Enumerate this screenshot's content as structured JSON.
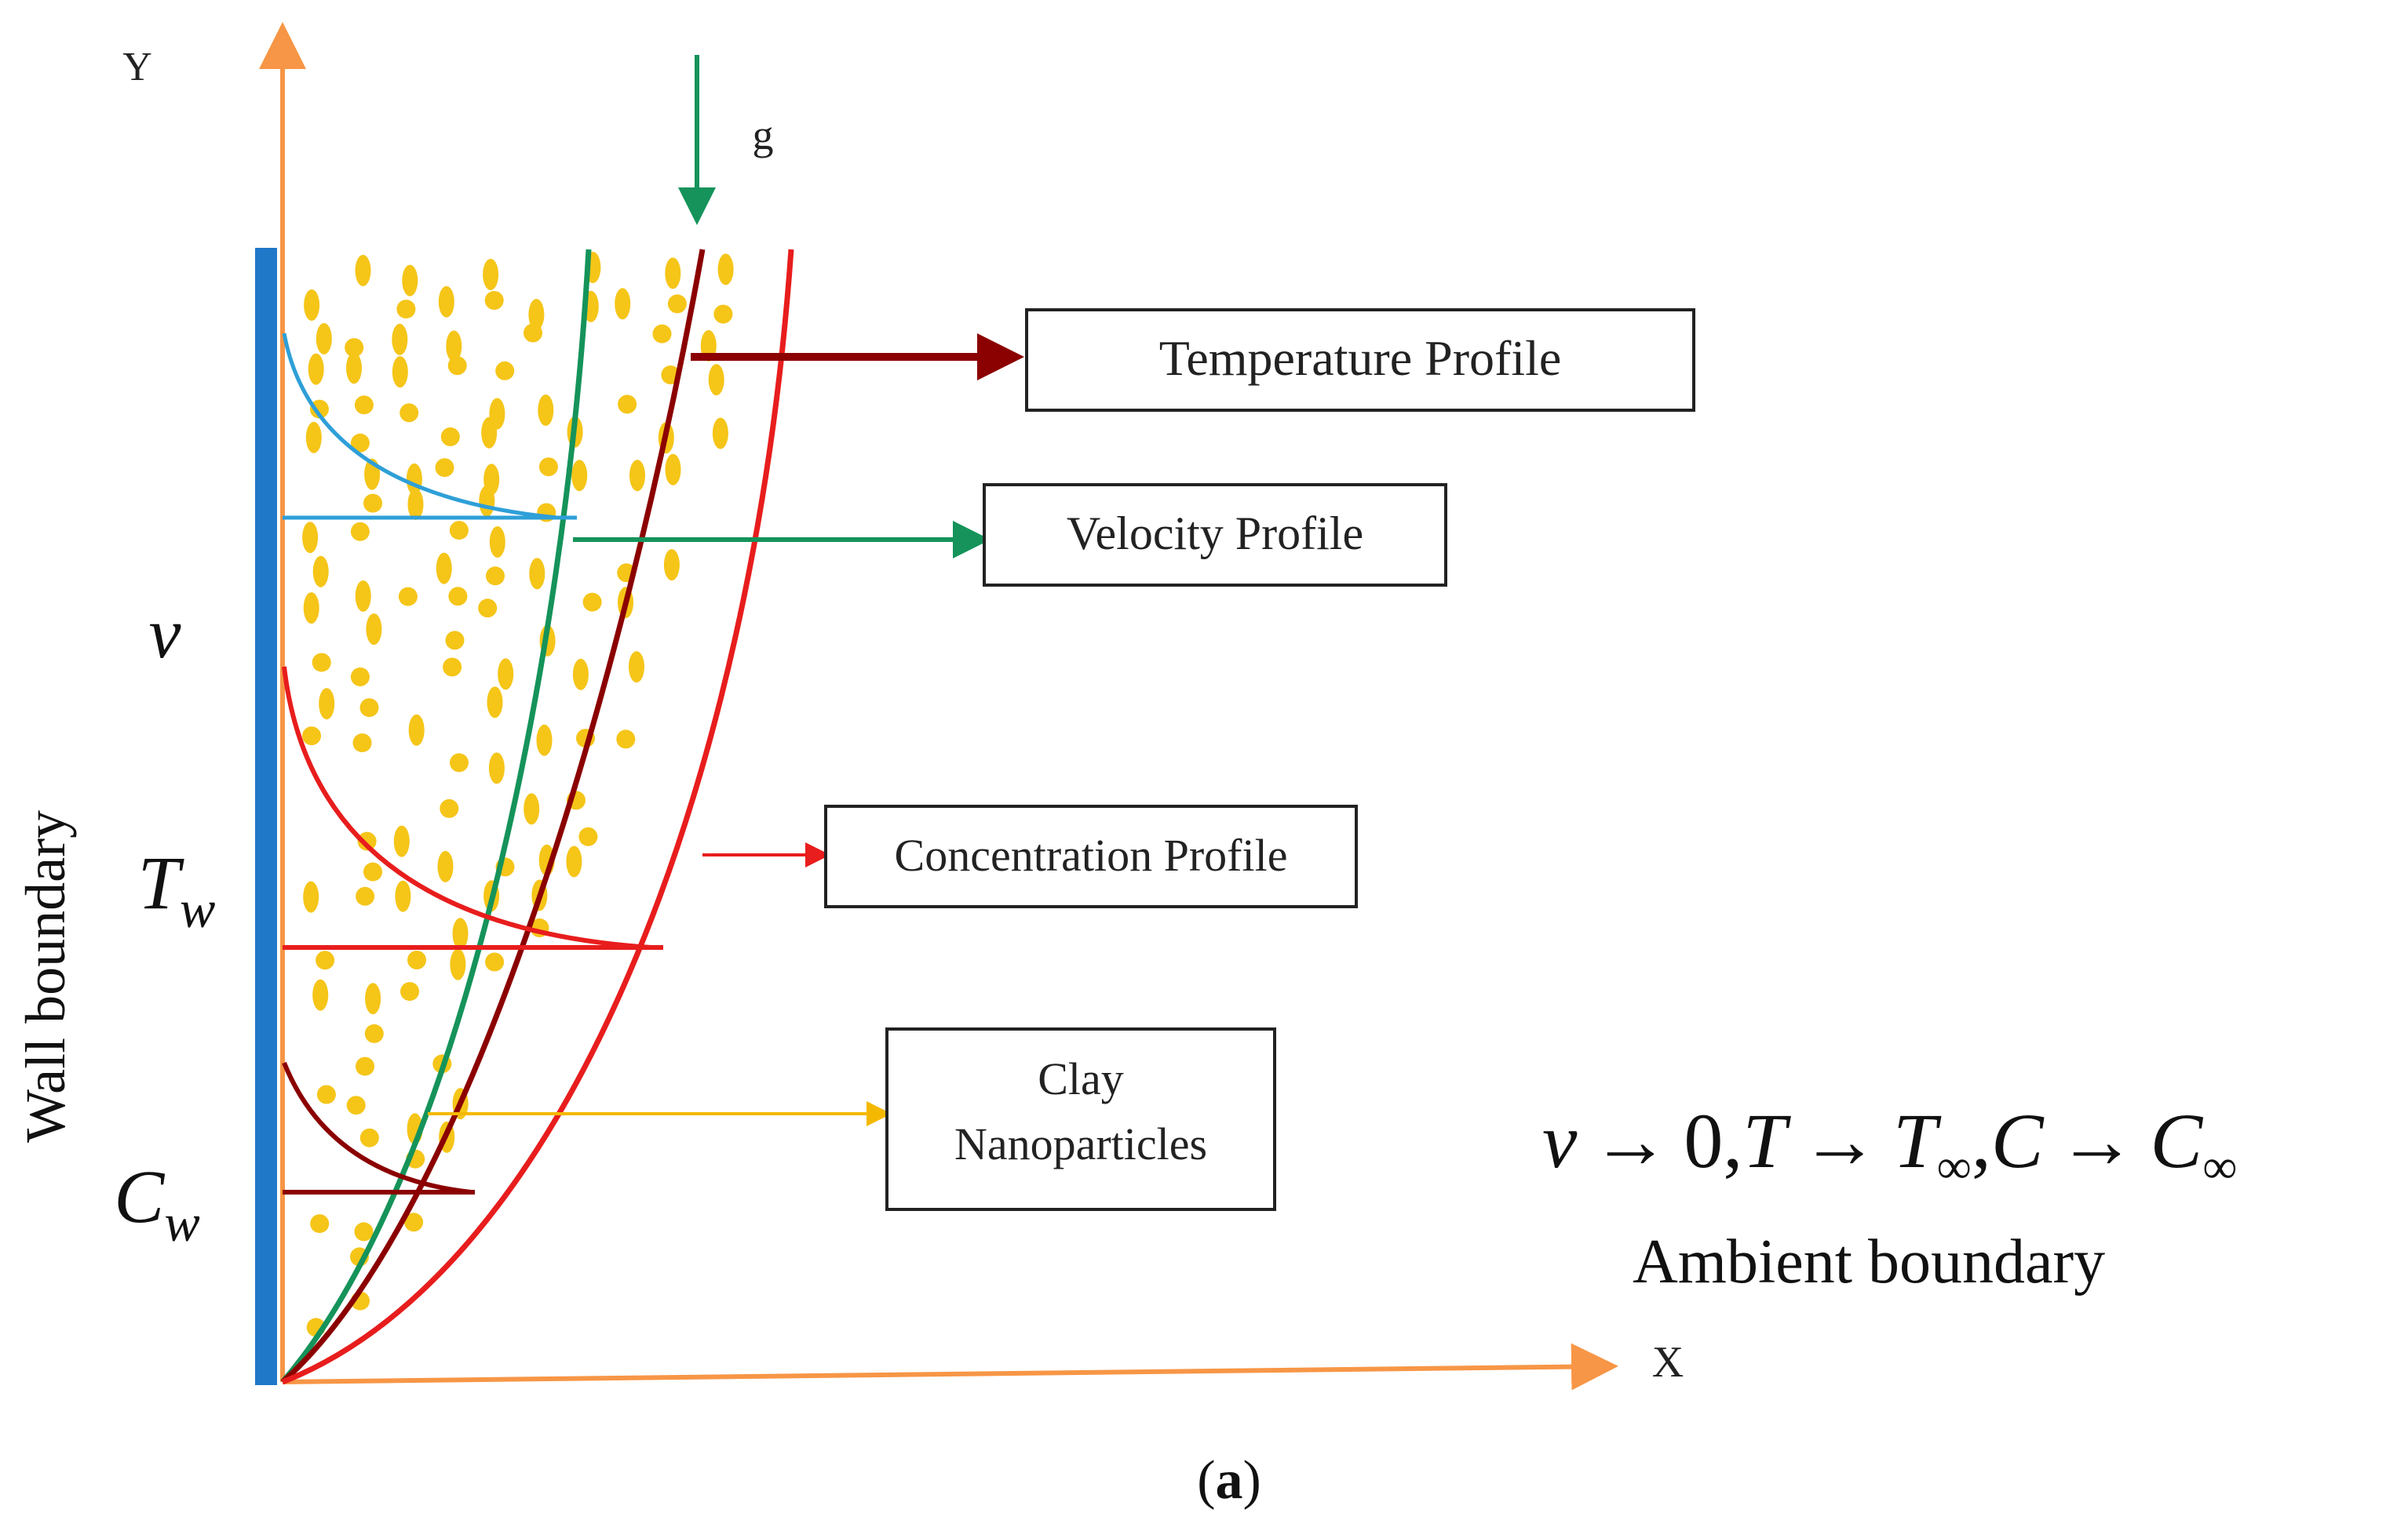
{
  "labels": {
    "y_axis": "Y",
    "x_axis": "X",
    "gravity": "g",
    "wall_boundary": "Wall boundary",
    "ambient_boundary": "Ambient boundary",
    "panel_open": "(",
    "panel_letter": "a",
    "panel_close": ")"
  },
  "wall_conditions": {
    "velocity": {
      "base": "v",
      "sub": ""
    },
    "temperature": {
      "base": "T",
      "sub": "w"
    },
    "concentration": {
      "base": "C",
      "sub": "w"
    }
  },
  "ambient_condition": {
    "v": "v",
    "v_limit": "0",
    "T": "T",
    "T_limit": "T",
    "T_limit_sub": "∞",
    "C": "C",
    "C_limit": "C",
    "C_limit_sub": "∞",
    "arrow": "→",
    "separator": ","
  },
  "callouts": {
    "temperature": "Temperature Profile",
    "velocity": "Velocity Profile",
    "concentration": "Concentration Profile",
    "clay_line1": "Clay",
    "clay_line2": "Nanoparticles"
  },
  "colors": {
    "axis": "#f79646",
    "wall": "#1f78c8",
    "velocity_curve": "#2e9fd8",
    "velocity_arrow": "#15935a",
    "temperature": "#8b0000",
    "concentration": "#e81d1d",
    "particles": "#f5c518",
    "clay_arrow": "#f5b800"
  }
}
